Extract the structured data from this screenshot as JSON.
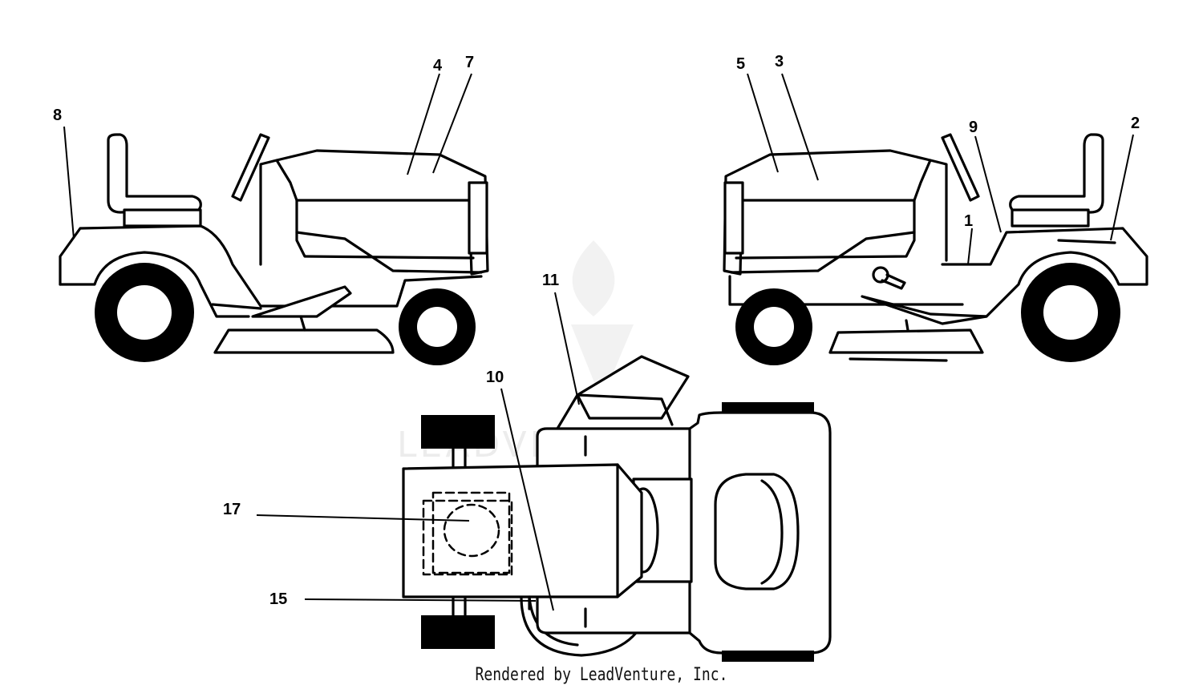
{
  "callouts": {
    "c1": "1",
    "c2": "2",
    "c3": "3",
    "c4": "4",
    "c5": "5",
    "c7": "7",
    "c8": "8",
    "c9": "9",
    "c10": "10",
    "c11": "11",
    "c15": "15",
    "c17": "17"
  },
  "watermark": "LEADVENTURE",
  "credit": "Rendered by LeadVenture, Inc."
}
